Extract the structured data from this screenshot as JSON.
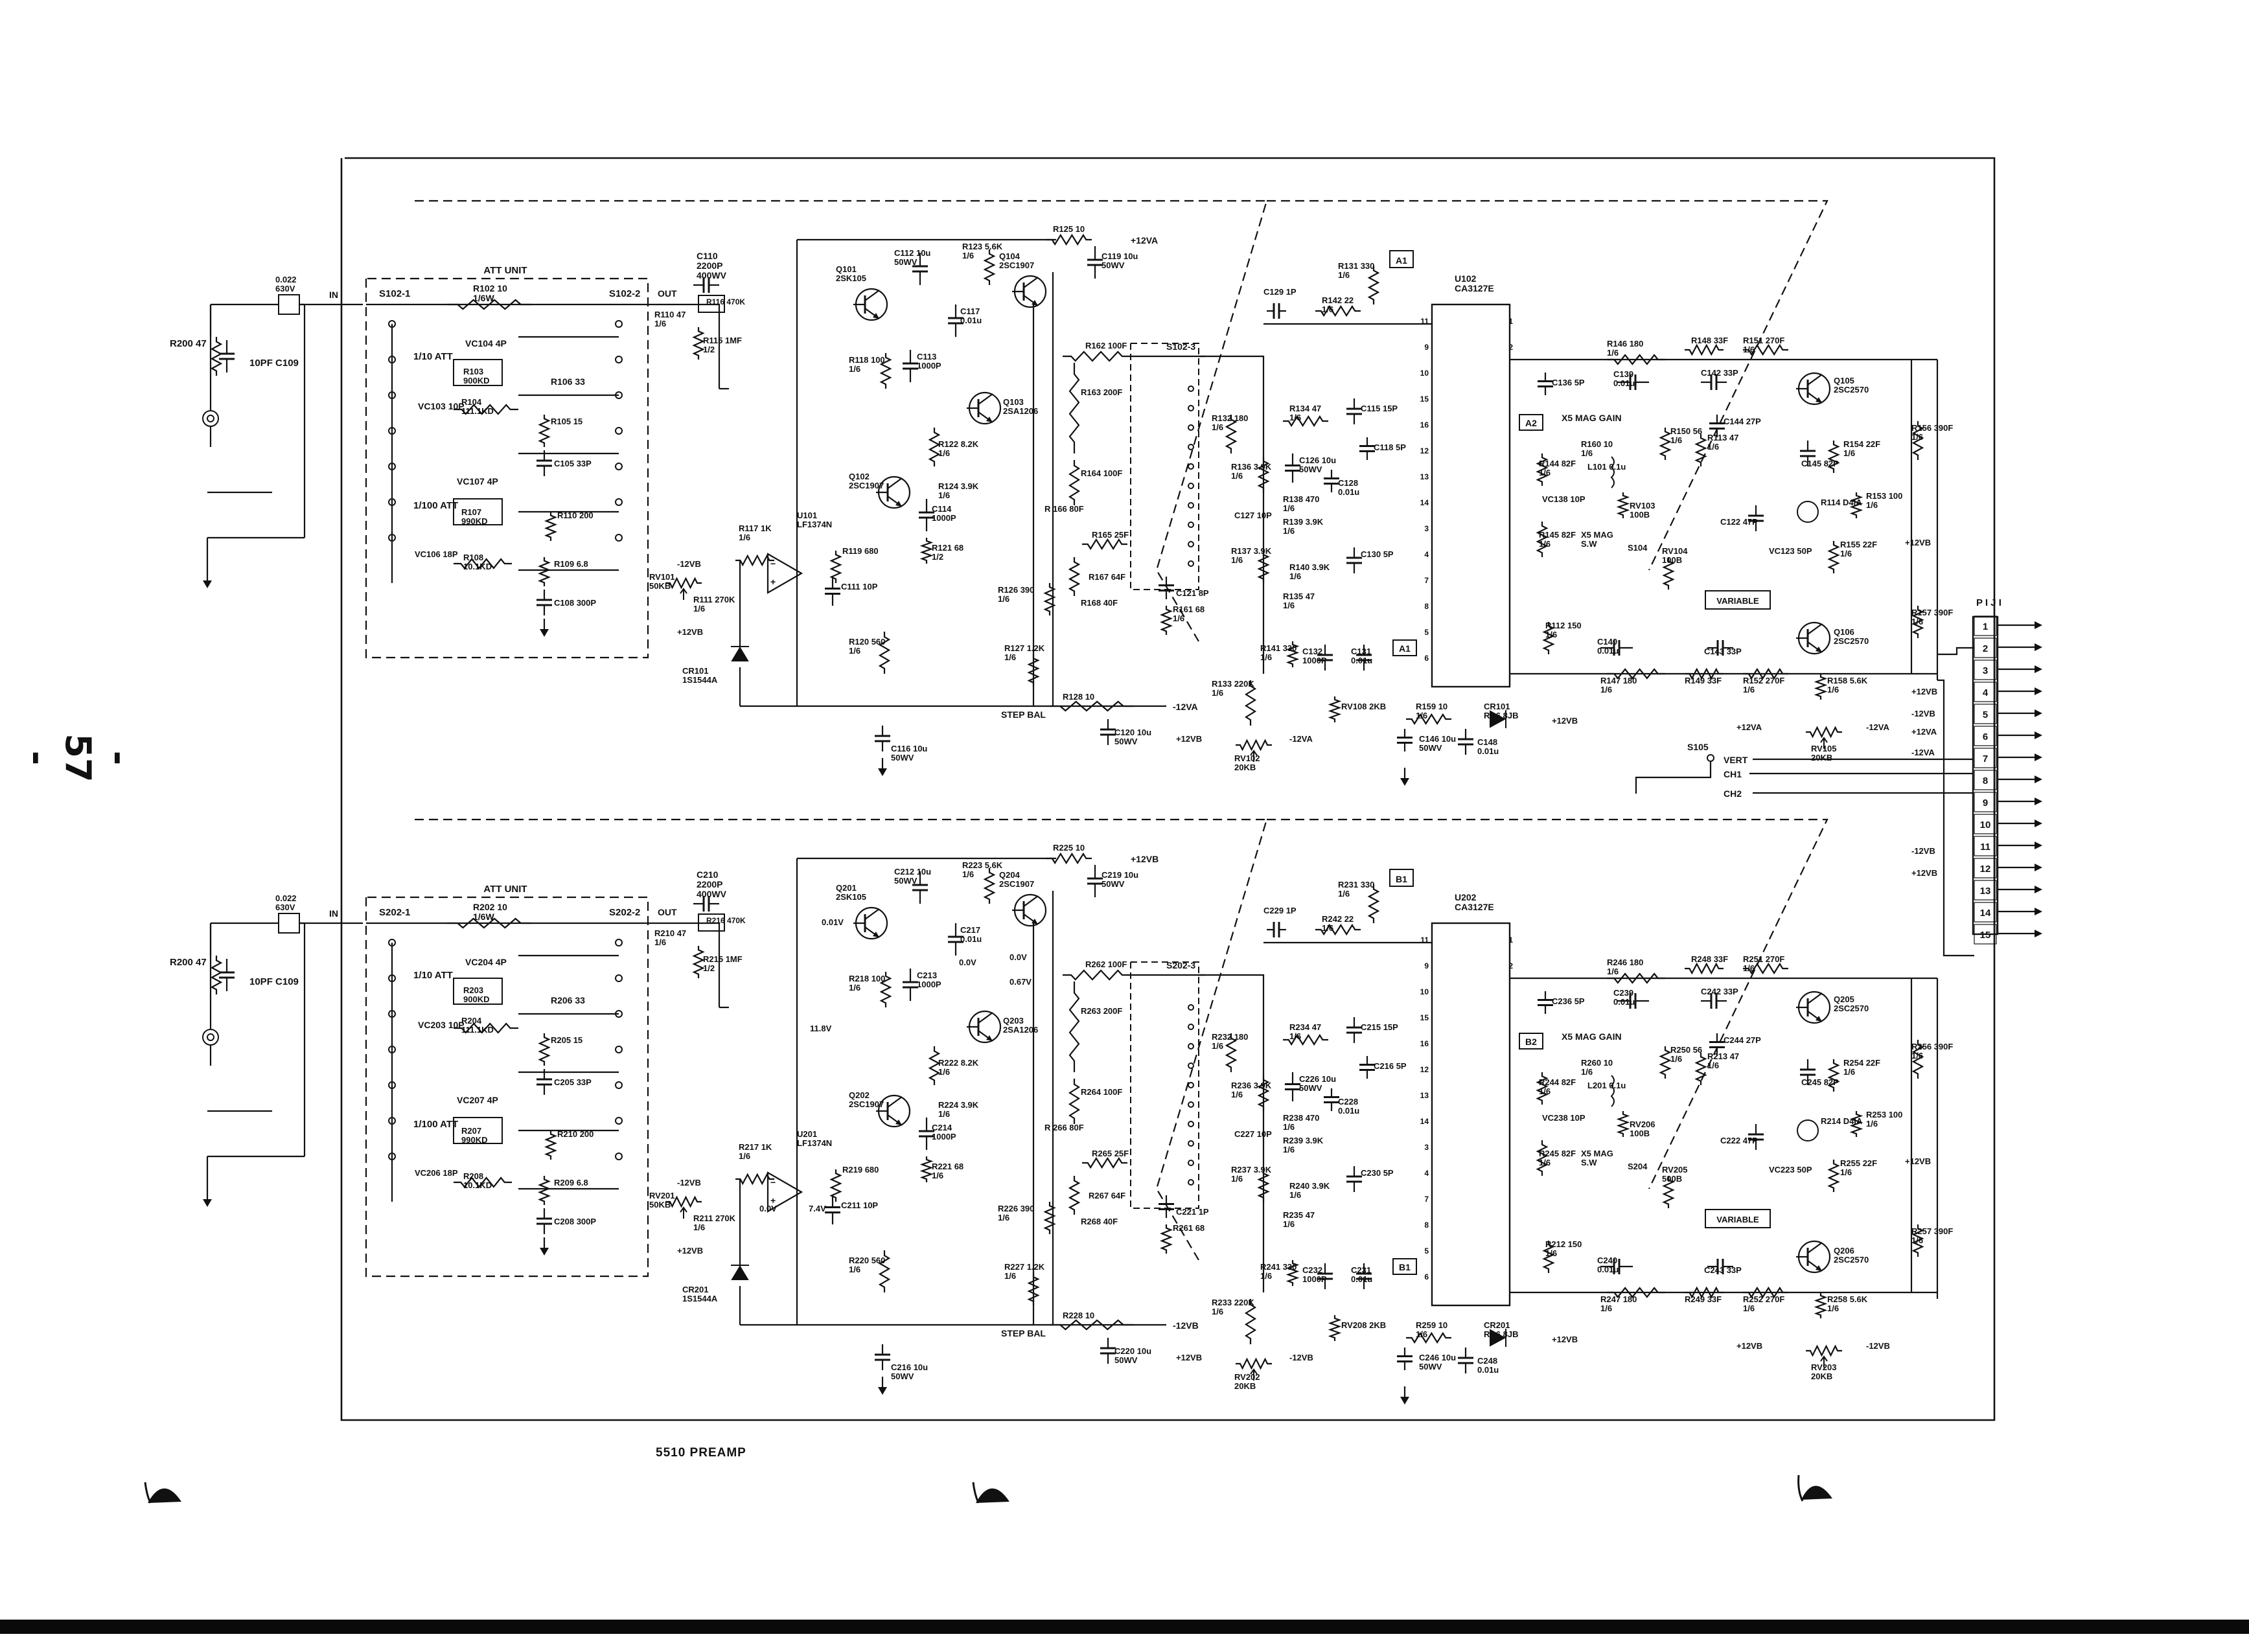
{
  "page_number": "- 57 -",
  "caption": "5510 PREAMP",
  "channels": [
    {
      "id": "ch1",
      "input_cap": "0.022 630V",
      "input_label": "IN",
      "output_label": "OUT",
      "switch_in": "S102-1",
      "switch_out": "S102-2",
      "att_title": "ATT UNIT",
      "parts": {
        "r200": "R200 47",
        "c109": "10PF C109",
        "r102": "R102 10 1/6W",
        "vc104": "VC104 4P",
        "r103": "R103 900KD",
        "r106": "R106 33",
        "att10": "1/10 ATT",
        "vc103": "VC103 10P",
        "r104": "R104 111.1KD",
        "r105": "R105 15",
        "c105": "C105 33P",
        "att100": "1/100 ATT",
        "vc107": "VC107 4P",
        "r107": "R107 990KD",
        "r110": "R110 200",
        "vc106": "VC106 18P",
        "r108": "R108 10.1KD",
        "r109": "R109 6.8",
        "c108": "C108 300P",
        "c110": "C110 2200P 400WV",
        "r116": "R116 470K",
        "r110b": "R110 47 1/6",
        "r115": "R115 1MF 1/2",
        "rv101": "RV101 50KB",
        "r111": "R111 270K 1/6",
        "vneg12": "-12VB",
        "vpos12": "+12VB",
        "cr101": "CR101 1S1544A",
        "q101": "Q101 2SK105",
        "c112": "C112 10u 50WV",
        "r123": "R123 5.6K 1/6",
        "q104": "Q104 2SC1907",
        "r125": "R125 10",
        "v12va": "+12VA",
        "c119": "C119 10u 50WV",
        "c117": "C117 0.01u",
        "r118": "R118 100 1/6",
        "c113": "C113 1000P",
        "q103": "Q103 2SA1206",
        "q102": "Q102 2SC1907",
        "r122": "R122 8.2K 1/6",
        "r124": "R124 3.9K 1/6",
        "c114": "C114 1000P",
        "r121": "R121 68 1/2",
        "r117": "R117 1K 1/6",
        "u101": "U101 LF1374N",
        "r119": "R119 680",
        "c111": "C111 10P",
        "r120": "R120 560 1/6",
        "c116": "C116 10u 50WV",
        "r127": "R127 1.2K 1/6",
        "r126": "R126 390 1/6",
        "step_bal": "STEP BAL",
        "r128": "R128 10",
        "vneg12va": "-12VA",
        "c120": "C120 10u 50WV",
        "r162": "R162 100F",
        "s102_3": "S102-3",
        "r163": "R163 200F",
        "r164": "R164 100F",
        "r166": "R 166 80F",
        "r165": "R165 25F",
        "r167": "R167 64F",
        "r168": "R168 40F",
        "c121": "C121 8P",
        "r161": "R161 68 1/6",
        "c129": "C129 1P",
        "r142": "R142 22 1/6",
        "r131": "R131 330 1/6",
        "a1": "A1",
        "u102": "U102 CA3127E",
        "r132": "R132 180 1/6",
        "r134": "R134 47 1/6",
        "c115": "C115 15P",
        "c118": "C118 5P",
        "r136": "R136 3.9K 1/6",
        "c126": "C126 10u 50WV",
        "c128": "C128 0.01u",
        "c127": "C127 10P",
        "r138": "R138 470 1/6",
        "r139": "R139 3.9K 1/6",
        "r137": "R137 3.9K 1/6",
        "r140": "R140 3.9K 1/6",
        "c130": "C130 5P",
        "r135": "R135 47 1/6",
        "r141": "R141 330 1/6",
        "c132": "C132 1000P",
        "c131": "C131 0.01u",
        "r133": "R133 220K 1/6",
        "rv108": "RV108 2KB",
        "rv102": "RV102 20KB",
        "r159": "R159 10 1/6",
        "cr101b": "CR101 RD6.8JB",
        "c146": "C146 10u 50WV",
        "c148": "C148 0.01u",
        "c136": "C136 5P",
        "a2": "A2",
        "mag_gain": "X5 MAG GAIN",
        "r146": "R146 180 1/6",
        "c139": "C139 0.01u",
        "r148": "R148 33F",
        "c142": "C142 33P",
        "r151": "R151 270F 1/6",
        "q105": "Q105 2SC2570",
        "r160": "R160 10 1/6",
        "r144": "R144 82F 1/6",
        "l101": "L101 0.1u",
        "rv103": "RV103 100B",
        "vc138": "VC138 10P",
        "x5_mag": "X5 MAG S.W",
        "s104": "S104",
        "r145": "R145 82F 1/6",
        "r150": "R150 56 1/6",
        "r113": "R113 47 1/6",
        "c144": "C144 27P",
        "c145": "C145 82P",
        "r154": "R154 22F 1/6",
        "c122": "C122 47P",
        "r114": "R114 D4IA",
        "vc123": "VC123 50P",
        "r153": "R153 100 1/6",
        "r155": "R155 22F 1/6",
        "r156": "R156 390F 1/6",
        "rv104": "RV104 100B",
        "variable": "VARIABLE",
        "r112": "R112 150 1/6",
        "c140": "C140 0.01u",
        "c143": "C143 33P",
        "q106": "Q106 2SC2570",
        "r157": "R157 390F 1/6",
        "r147": "R147 180 1/6",
        "r149": "R149 33F",
        "r152": "R152 270F 1/6",
        "r158": "R158 5.6K 1/6",
        "rv105": "RV105 20KB"
      }
    },
    {
      "id": "ch2",
      "input_cap": "0.022 630V",
      "input_label": "IN",
      "output_label": "OUT",
      "switch_in": "S202-1",
      "switch_out": "S202-2",
      "att_title": "ATT UNIT",
      "parts": {
        "r200": "R200 47",
        "c109": "10PF C109",
        "r102": "R202 10 1/6W",
        "vc104": "VC204 4P",
        "r103": "R203 900KD",
        "r106": "R206 33",
        "att10": "1/10 ATT",
        "vc103": "VC203 10P",
        "r104": "R204 111.1KD",
        "r105": "R205 15",
        "c105": "C205 33P",
        "att100": "1/100 ATT",
        "vc107": "VC207 4P",
        "r107": "R207 990KD",
        "r110": "R210 200",
        "vc106": "VC206 18P",
        "r108": "R208 10.1KD",
        "r109": "R209 6.8",
        "c108": "C208 300P",
        "c110": "C210 2200P 400WV",
        "r116": "R216 470K",
        "r110b": "R210 47 1/6",
        "r115": "R215 1MF 1/2",
        "rv101": "RV201 50KB",
        "r111": "R211 270K 1/6",
        "vneg12": "-12VB",
        "vpos12": "+12VB",
        "cr101": "CR201 1S1544A",
        "q101": "Q201 2SK105",
        "c112": "C212 10u 50WV",
        "r123": "R223 5.6K 1/6",
        "q104": "Q204 2SC1907",
        "r125": "R225 10",
        "v12va": "+12VB",
        "c119": "C219 10u 50WV",
        "c117": "C217 0.01u",
        "r118": "R218 100 1/6",
        "c113": "C213 1000P",
        "q103": "Q203 2SA1206",
        "q102": "Q202 2SC1907",
        "r122": "R222 8.2K 1/6",
        "r124": "R224 3.9K 1/6",
        "c114": "C214 1000P",
        "r121": "R221 68 1/6",
        "r117": "R217 1K 1/6",
        "u101": "U201 LF1374N",
        "r119": "R219 680",
        "c111": "C211 10P",
        "r120": "R220 560 1/6",
        "c116": "C216 10u 50WV",
        "r127": "R227 1.2K 1/6",
        "r126": "R226 390 1/6",
        "step_bal": "STEP BAL",
        "r128": "R228 10",
        "vneg12va": "-12VB",
        "c120": "C220 10u 50WV",
        "r162": "R262 100F",
        "s102_3": "S202-3",
        "r163": "R263 200F",
        "r164": "R264 100F",
        "r166": "R 266 80F",
        "r165": "R265 25F",
        "r167": "R267 64F",
        "r168": "R268 40F",
        "c121": "C221 1P",
        "r161": "R261 68",
        "c129": "C229 1P",
        "r142": "R242 22 1/6",
        "r131": "R231 330 1/6",
        "a1": "B1",
        "u102": "U202 CA3127E",
        "r132": "R232 180 1/6",
        "r134": "R234 47 1/6",
        "c115": "C215 15P",
        "c118": "C216 5P",
        "r136": "R236 3.9K 1/6",
        "c126": "C226 10u 50WV",
        "c128": "C228 0.01u",
        "c127": "C227 10P",
        "r138": "R238 470 1/6",
        "r139": "R239 3.9K 1/6",
        "r137": "R237 3.9K 1/6",
        "r140": "R240 3.9K 1/6",
        "c130": "C230 5P",
        "r135": "R235 47 1/6",
        "r141": "R241 330 1/6",
        "c132": "C232 1000P",
        "c131": "C231 0.01u",
        "r133": "R233 220K 1/6",
        "rv108": "RV208 2KB",
        "rv102": "RV202 20KB",
        "r159": "R259 10 1/6",
        "cr101b": "CR201 RD6.8JB",
        "c146": "C246 10u 50WV",
        "c148": "C248 0.01u",
        "c136": "C236 5P",
        "a2": "B2",
        "mag_gain": "X5 MAG GAIN",
        "r146": "R246 180 1/6",
        "c139": "C239 0.01u",
        "r148": "R248 33F",
        "c142": "C242 33P",
        "r151": "R251 270F 1/6",
        "q105": "Q205 2SC2570",
        "r160": "R260 10 1/6",
        "r144": "R244 82F 1/6",
        "l101": "L201 0.1u",
        "rv103": "RV206 100B",
        "vc138": "VC238 10P",
        "x5_mag": "X5 MAG S.W",
        "s104": "S204",
        "r145": "R245 82F 1/6",
        "r150": "R250 56 1/6",
        "r113": "R213 47 1/6",
        "c144": "C244 27P",
        "c145": "C245 82P",
        "r154": "R254 22F 1/6",
        "c122": "C222 47P",
        "r114": "R214 D4IA",
        "vc123": "VC223 50P",
        "r153": "R253 100 1/6",
        "r155": "R255 22F 1/6",
        "r156": "R256 390F 1/6",
        "rv104": "RV205 500B",
        "variable": "VARIABLE",
        "r112": "R212 150 1/6",
        "c140": "C240 0.01u",
        "c143": "C243 33P",
        "q106": "Q206 2SC2570",
        "r157": "R257 390F 1/6",
        "r147": "R247 180 1/6",
        "r149": "R249 33F",
        "r152": "R252 270F 1/6",
        "r158": "R258 5.6K 1/6",
        "rv105": "RV203 20KB"
      }
    }
  ],
  "ch1_voltages": [],
  "ch2_voltages": [
    "0.01V",
    "0.0V",
    "0.0V",
    "0.67V",
    "11.8V",
    "0.0V",
    "7.4V"
  ],
  "connector": {
    "title": "P I J I",
    "pins": [
      "1",
      "2",
      "3",
      "4",
      "5",
      "6",
      "7",
      "8",
      "9",
      "10",
      "11",
      "12",
      "13",
      "14",
      "15"
    ],
    "signals": [
      "+12VB",
      "-12VB",
      "+12VA",
      "-12VA",
      "-12VB",
      "+12VB"
    ]
  },
  "switch_s105": {
    "name": "S105",
    "positions": [
      "VERT",
      "CH1",
      "CH2"
    ]
  }
}
